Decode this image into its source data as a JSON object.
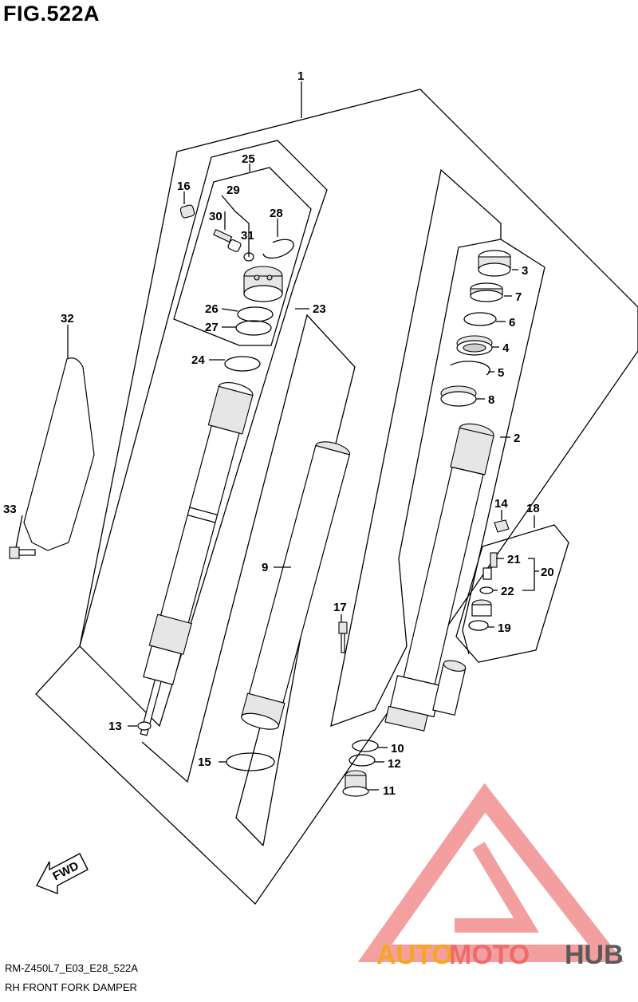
{
  "header": {
    "title": "FIG.522A"
  },
  "footer": {
    "code": "RM-Z450L7_E03_E28_522A",
    "caption": "RH FRONT FORK DAMPER"
  },
  "direction_arrow": {
    "label": "FWD"
  },
  "watermark": {
    "auto": "AUTO",
    "moto": "MOTO",
    "hub": "HUB",
    "colors": {
      "auto": "#f5a623",
      "moto": "#ef6b6b",
      "hub": "#5a5a5a",
      "logo": "#f08080"
    }
  },
  "callouts": {
    "c1": "1",
    "c2": "2",
    "c3": "3",
    "c4": "4",
    "c5": "5",
    "c6": "6",
    "c7": "7",
    "c8": "8",
    "c9": "9",
    "c10": "10",
    "c11": "11",
    "c12": "12",
    "c13": "13",
    "c14": "14",
    "c15": "15",
    "c16": "16",
    "c17": "17",
    "c18": "18",
    "c19": "19",
    "c20": "20",
    "c21": "21",
    "c22": "22",
    "c23": "23",
    "c24": "24",
    "c25": "25",
    "c26": "26",
    "c27": "27",
    "c28": "28",
    "c29": "29",
    "c30": "30",
    "c31": "31",
    "c32": "32",
    "c33": "33"
  }
}
